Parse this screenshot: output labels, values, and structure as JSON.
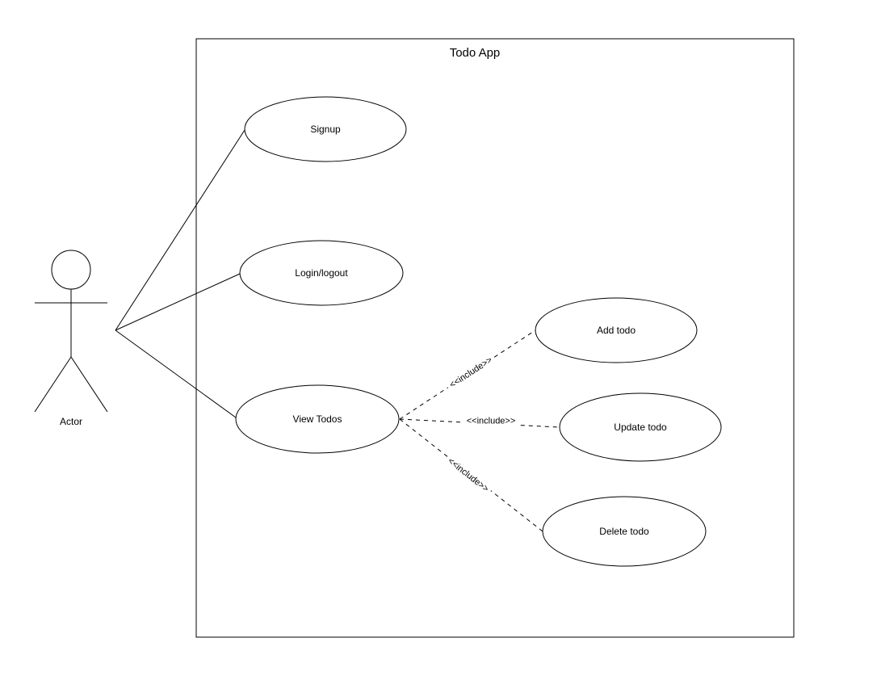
{
  "diagram": {
    "type": "uml-use-case",
    "system": {
      "title": "Todo App"
    },
    "actor": {
      "label": "Actor"
    },
    "use_cases": [
      {
        "label": "Signup"
      },
      {
        "label": "Login/logout"
      },
      {
        "label": "View Todos"
      },
      {
        "label": "Add todo"
      },
      {
        "label": "Update todo"
      },
      {
        "label": "Delete todo"
      }
    ],
    "associations": [
      {
        "from": "Actor",
        "to": "Signup",
        "style": "solid",
        "label": ""
      },
      {
        "from": "Actor",
        "to": "Login/logout",
        "style": "solid",
        "label": ""
      },
      {
        "from": "Actor",
        "to": "View Todos",
        "style": "solid",
        "label": ""
      },
      {
        "from": "View Todos",
        "to": "Add todo",
        "style": "dashed",
        "label": "<<include>>"
      },
      {
        "from": "View Todos",
        "to": "Update todo",
        "style": "dashed",
        "label": "<<include>>"
      },
      {
        "from": "View Todos",
        "to": "Delete todo",
        "style": "dashed",
        "label": "<<include>>"
      }
    ],
    "colors": {
      "stroke": "#000000",
      "shape_fill": "#ffffff",
      "text": "#000000",
      "label_background": "#ffffff",
      "page_background": "#ffffff"
    }
  }
}
